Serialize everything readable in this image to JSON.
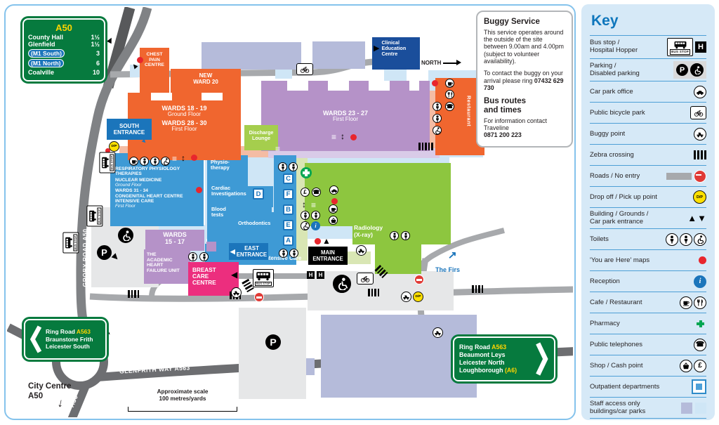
{
  "colors": {
    "sign_green": "#067A3E",
    "sign_yellow": "#FFD500",
    "pill_blue": "#1B75BB",
    "ward_orange": "#F0662F",
    "ward_purple": "#B592C8",
    "dept_blue": "#3E9AD5",
    "dark_blue": "#1A4E9B",
    "entrance_blue": "#1B75BB",
    "concourse_green": "#8DC63F",
    "discharge_green": "#A5CE4D",
    "breast_pink": "#EC2E7E",
    "staff_lavender": "#B5BBDA",
    "staff_light_blue": "#CFE6F6",
    "corridor_salmon": "#F4BCA4",
    "road_grey": "#A7A9AC",
    "road_dark": "#58595B",
    "key_bg": "#D6E9F7",
    "key_accent": "#0E76BC",
    "dp_yellow": "#FFE000",
    "here_red": "#E8262D",
    "pharmacy_green": "#00A651"
  },
  "a50_sign": {
    "route": "A50",
    "rows": [
      {
        "dest": "County Hall",
        "dist": "1½"
      },
      {
        "dest": "Glenfield",
        "dist": "1½"
      },
      {
        "dest": "(M1 South)",
        "dist": "3"
      },
      {
        "dest": "(M1 North)",
        "dist": "6"
      },
      {
        "dest": "Coalville",
        "dist": "10"
      }
    ]
  },
  "left_sign": {
    "ring_road": "Ring Road",
    "ref": "A563",
    "line2": "Braunstone Frith",
    "line3": "Leicester South"
  },
  "right_sign": {
    "ring_road": "Ring Road",
    "ref": "A563",
    "line2": "Beaumont Leys",
    "line3": "Leicester North",
    "line4": "Loughborough",
    "line4_ref": "(A6)"
  },
  "city_centre": {
    "line1": "City Centre",
    "line2": "A50"
  },
  "roads": {
    "groby": "GROBY ROAD   A50",
    "glenfrith": "GLENFRITH WAY   A563",
    "a563": "A563",
    "a50": "A50"
  },
  "compass": {
    "north": "NORTH"
  },
  "the_firs": "The Firs",
  "scale": {
    "line1": "Approximate scale",
    "line2": "100 metres/yards"
  },
  "entrances": {
    "south": "SOUTH\nENTRANCE",
    "east": "EAST\nENTRANCE",
    "main": "MAIN\nENTRANCE"
  },
  "buildings": {
    "chest_pain": "CHEST\nPAIN\nCENTRE",
    "new_ward": "NEW\nWARD 20",
    "wards_18_19": "WARDS 18 - 19",
    "wards_18_19_floor": "Ground Floor",
    "wards_28_30": "WARDS 28 - 30",
    "wards_28_30_floor": "First Floor",
    "wards_23_27": "WARDS 23 - 27",
    "wards_23_27_floor": "First Floor",
    "clinical_education": "Clinical\nEducation\nCentre",
    "discharge_lounge": "Discharge\nLounge",
    "restaurant": "Restaurant",
    "respiratory": "RESPIRATORY PHYSIOLOGY\nTHERAPIES",
    "nuclear": "NUCLEAR MEDICINE",
    "nuclear_floor": "Ground Floor",
    "wards_31_34": "WARDS 31 - 34",
    "congenital": "CONGENITAL HEART CENTRE",
    "intensive": "INTENSIVE CARE",
    "intensive_floor": "First Floor",
    "physiotherapy": "Physio-\ntherapy",
    "cardiac": "Cardiac\nInvestigations",
    "blood_tests": "Blood\ntests",
    "orthodontics": "Orthodontics",
    "wards_15_17": "WARDS\n15 - 17",
    "academic": "THE\nACADEMIC\nHEART\nFAILURE UNIT",
    "breast_care": "BREAST\nCARE\nCENTRE",
    "radiology": "Radiology\n(X-ray)",
    "intensive_care_label": "Intensive Care"
  },
  "letters": {
    "c": "C",
    "f": "F",
    "b": "B",
    "e": "E",
    "a": "A",
    "d": "D",
    "h": "H",
    "p": "P",
    "dp": "D/P",
    "info": "i",
    "pound": "£"
  },
  "bus_stop_sign": "BUS STOP",
  "buggy_service": {
    "title": "Buggy Service",
    "p1": "This service operates around the outside of the site between 9.00am and 4.00pm (subject to volunteer availability).",
    "p2": "To contact the buggy on your arrival please ring",
    "p2_number": "07432 629 730",
    "subtitle": "Bus routes\nand times",
    "p3": "For information contact Traveline",
    "p3_number": "0871 200 223"
  },
  "key": {
    "title": "Key",
    "items": [
      {
        "label": "Bus stop /\nHospital Hopper"
      },
      {
        "label": "Parking /\nDisabled parking"
      },
      {
        "label": "Car park office"
      },
      {
        "label": "Public bicycle park"
      },
      {
        "label": "Buggy point"
      },
      {
        "label": "Zebra crossing"
      },
      {
        "label": "Roads / No entry"
      },
      {
        "label": "Drop off / Pick up point"
      },
      {
        "label": "Building / Grounds /\nCar park entrance"
      },
      {
        "label": "Toilets"
      },
      {
        "label": "'You are Here' maps"
      },
      {
        "label": "Reception"
      },
      {
        "label": "Cafe / Restaurant"
      },
      {
        "label": "Pharmacy"
      },
      {
        "label": "Public telephones"
      },
      {
        "label": "Shop / Cash point"
      },
      {
        "label": "Outpatient departments"
      },
      {
        "label": "Staff access only\nbuildings/car parks"
      }
    ]
  }
}
